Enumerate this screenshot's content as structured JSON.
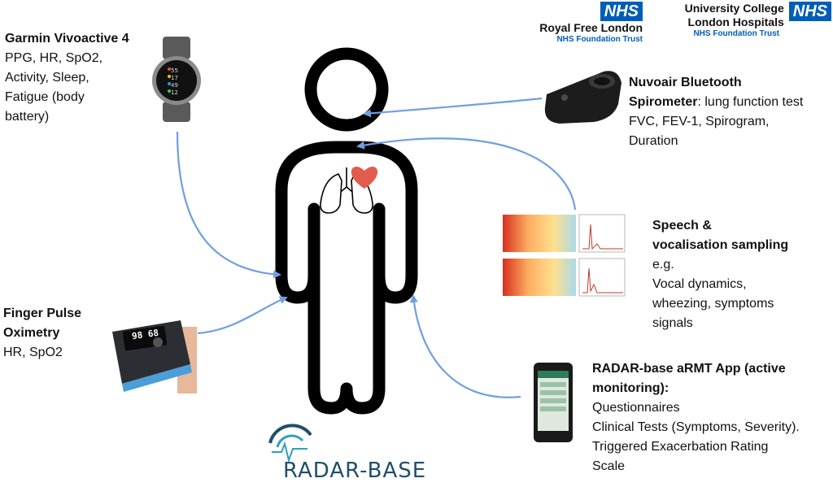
{
  "nhs_badge": "NHS",
  "royal_free": {
    "name": "Royal Free London",
    "sub": "NHS Foundation Trust"
  },
  "uclh": {
    "name_line1": "University College",
    "name_line2": "London Hospitals",
    "sub": "NHS Foundation Trust"
  },
  "garmin": {
    "title": "Garmin Vivoactive 4",
    "desc": [
      "PPG, HR, SpO2,",
      "Activity, Sleep,",
      "Fatigue (body",
      "battery)"
    ],
    "watch_values": [
      "55",
      "17",
      "49",
      "12"
    ]
  },
  "oximetry": {
    "title_line1": "Finger Pulse",
    "title_line2": "Oximetry",
    "desc": "HR, SpO2",
    "screen": "98 68"
  },
  "spirometer": {
    "title_line1": "Nuvoair Bluetooth",
    "title_line2": "Spirometer",
    "rest_line2": ": lung function test",
    "desc": [
      "FVC, FEV-1, Spirogram,",
      "Duration"
    ]
  },
  "speech": {
    "title_line1": "Speech &",
    "title_line2": "vocalisation sampling",
    "desc": [
      "e.g.",
      "Vocal dynamics,",
      "wheezing, symptoms",
      "signals"
    ]
  },
  "armt": {
    "title_line1": "RADAR-base aRMT App (active",
    "title_line2": "monitoring):",
    "desc": [
      "Questionnaires",
      "Clinical Tests (Symptoms, Severity).",
      "Triggered Exacerbation Rating",
      "Scale"
    ]
  },
  "logo": {
    "text": "RADAR-BASE"
  },
  "colors": {
    "arrow": "#6f9fe0",
    "heart": "#e25c4d",
    "nhs": "#005eb8",
    "logo_dark": "#1f4e6b",
    "logo_light": "#2f9fbf"
  }
}
